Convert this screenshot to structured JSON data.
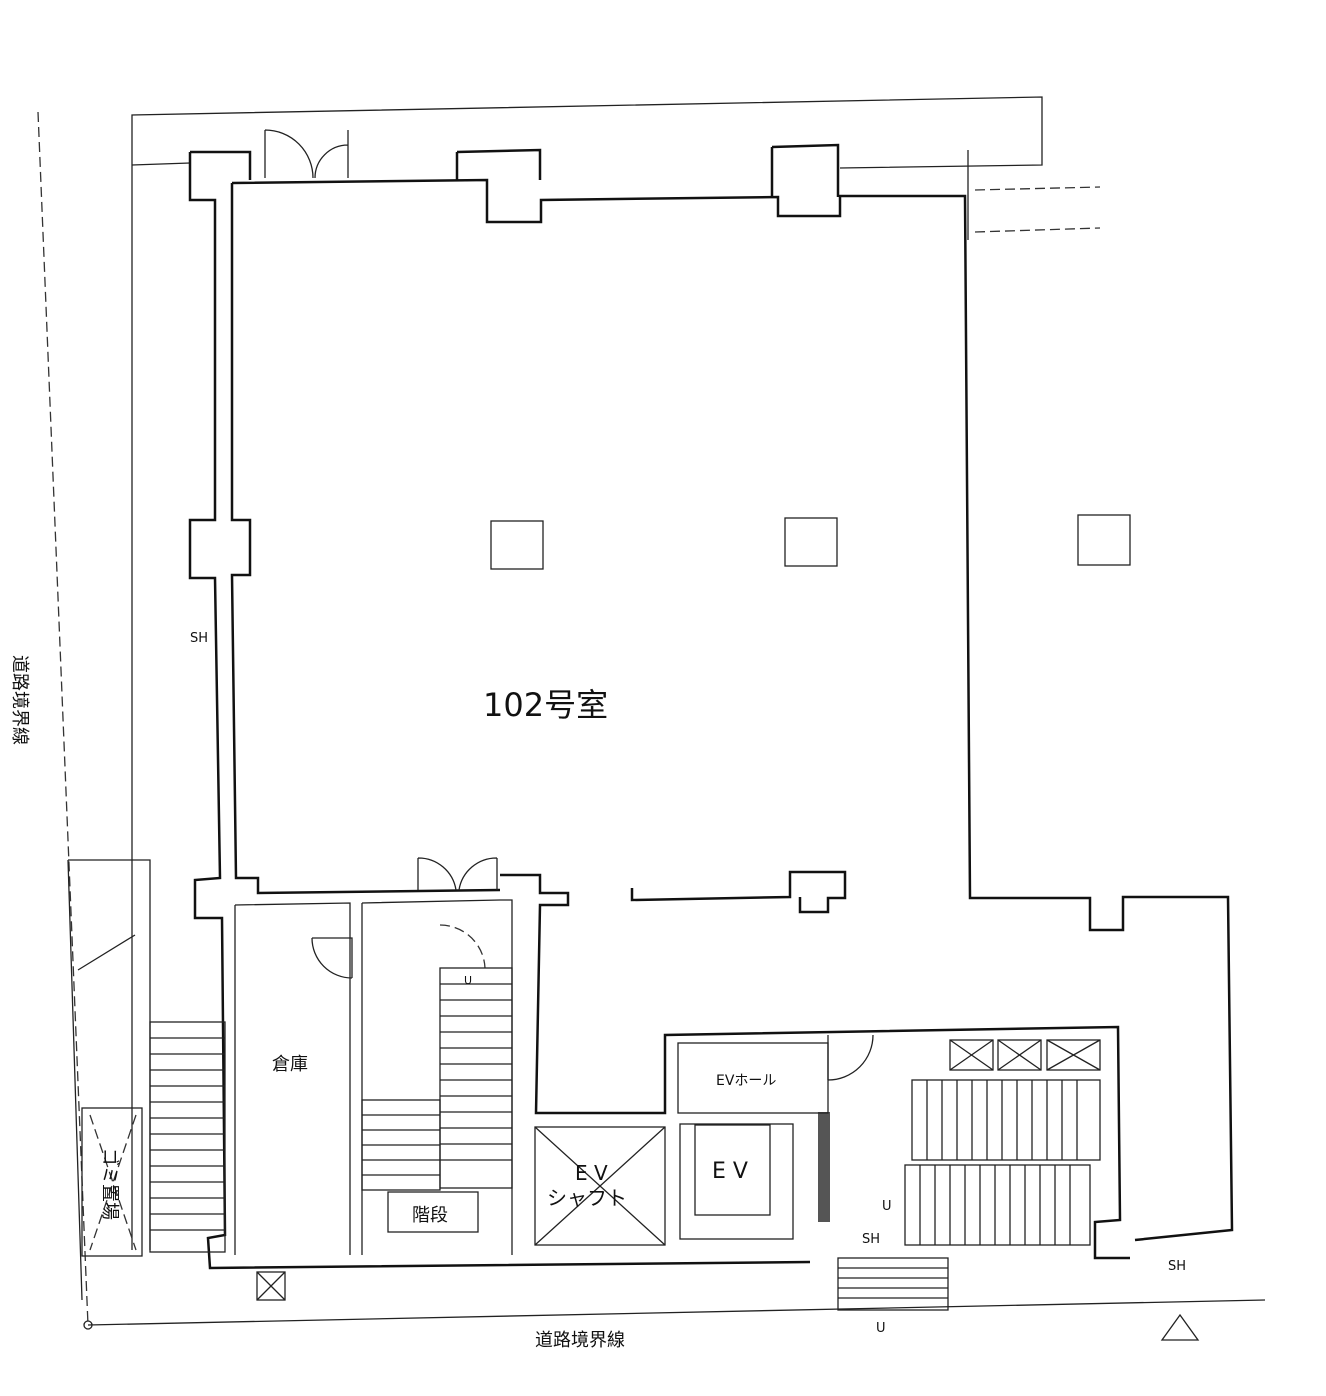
{
  "plan": {
    "room_label": "102号室",
    "storage_label": "倉庫",
    "stairs_label": "階段",
    "ev_hall_label": "EVホール",
    "ev_label": "E V",
    "ev_shaft_label_1": "E V",
    "ev_shaft_label_2": "シャフト",
    "garbage_label": "ゴミ置場",
    "road_boundary_left": "道路境界線",
    "road_boundary_bottom": "道路境界線",
    "sh_labels": [
      "SH",
      "SH",
      "SH"
    ],
    "u_labels": [
      "U",
      "U",
      "U"
    ],
    "north_marker": "△"
  }
}
